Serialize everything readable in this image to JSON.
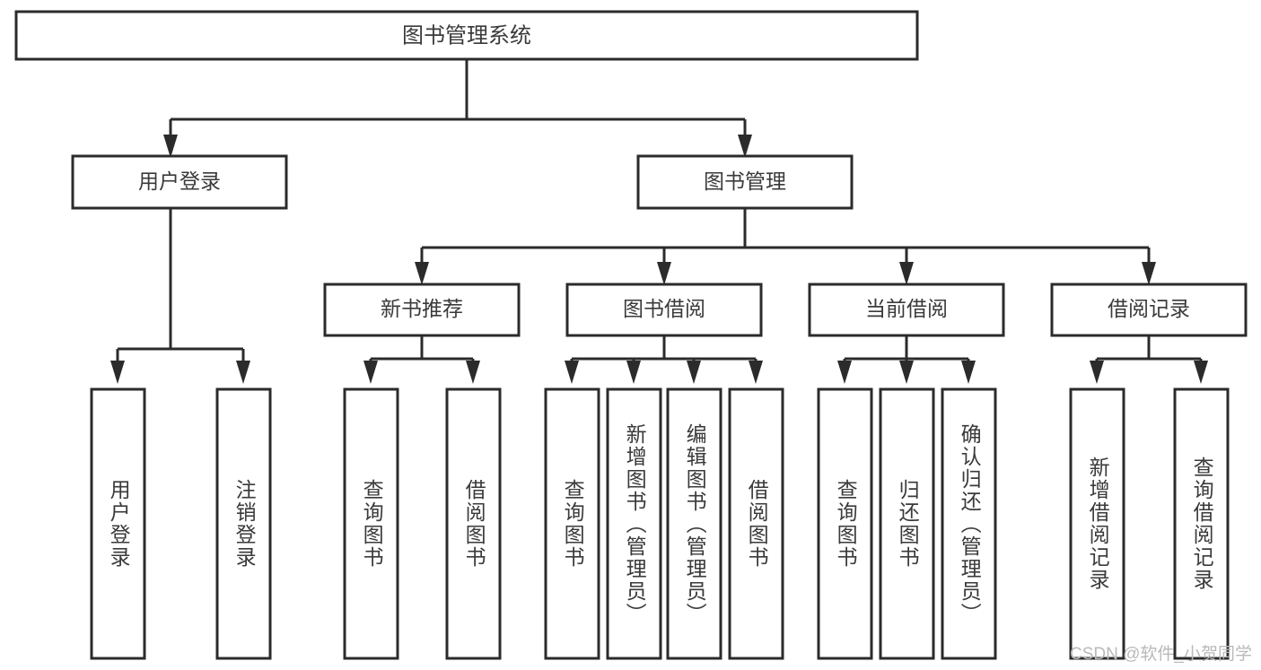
{
  "diagram": {
    "type": "hierarchy-tree",
    "title": "图书管理系统",
    "root": {
      "label": "图书管理系统"
    },
    "level2": [
      {
        "label": "用户登录"
      },
      {
        "label": "图书管理"
      }
    ],
    "level3": [
      {
        "label": "新书推荐"
      },
      {
        "label": "图书借阅"
      },
      {
        "label": "当前借阅"
      },
      {
        "label": "借阅记录"
      }
    ],
    "leaves": {
      "user_login": [
        {
          "label": "用户登录"
        },
        {
          "label": "注销登录"
        }
      ],
      "new_book_recommend": [
        {
          "label": "查询图书"
        },
        {
          "label": "借阅图书"
        }
      ],
      "book_borrow": [
        {
          "label": "查询图书"
        },
        {
          "label": "新增图书（管理员）"
        },
        {
          "label": "编辑图书（管理员）"
        },
        {
          "label": "借阅图书"
        }
      ],
      "current_borrow": [
        {
          "label": "查询图书"
        },
        {
          "label": "归还图书"
        },
        {
          "label": "确认归还（管理员）"
        }
      ],
      "borrow_record": [
        {
          "label": "新增借阅记录"
        },
        {
          "label": "查询借阅记录"
        }
      ]
    }
  },
  "watermark": {
    "text": "CSDN @软件_小贺同学"
  },
  "colors": {
    "box_stroke": "#2b2b2b",
    "box_fill": "#ffffff",
    "text": "#3a3a3a",
    "watermark": "#b9b9b9",
    "background": "#ffffff"
  }
}
